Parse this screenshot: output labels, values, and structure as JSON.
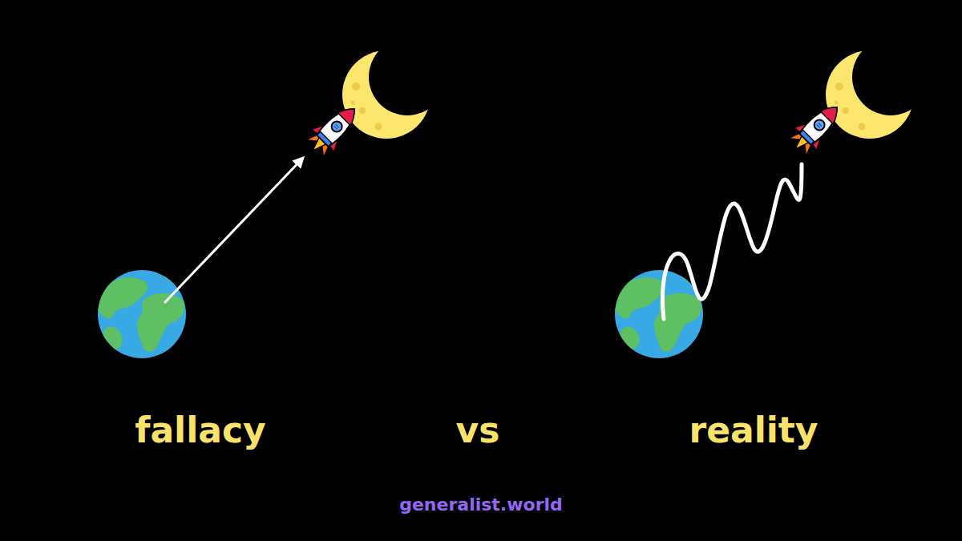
{
  "diagram": {
    "labels": [
      "fallacy",
      "vs",
      "reality",
      "generalist.world"
    ]
  }
}
